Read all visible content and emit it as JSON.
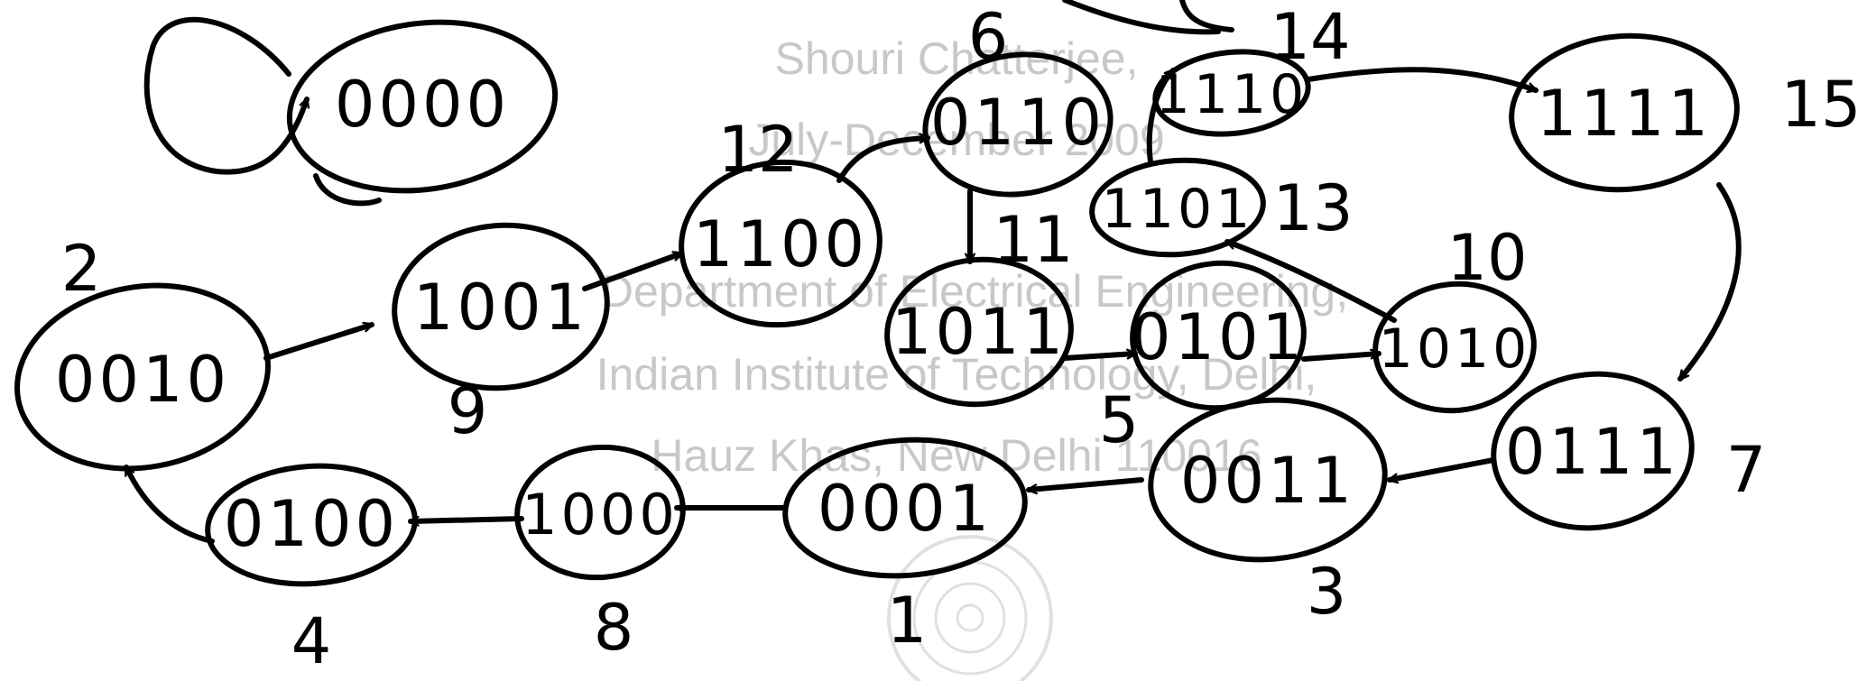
{
  "watermark": {
    "lines": [
      "Shouri Chatterjee,",
      "July-December 2009",
      "Department of Electrical Engineering,",
      "Indian Institute of Technology, Delhi,",
      "Hauz Khas, New Delhi 110016"
    ]
  },
  "states": [
    {
      "id": "s0",
      "code": "0000",
      "number": ""
    },
    {
      "id": "s2",
      "code": "0010",
      "number": "2"
    },
    {
      "id": "s9",
      "code": "1001",
      "number": "9"
    },
    {
      "id": "s12",
      "code": "1100",
      "number": "12"
    },
    {
      "id": "s6",
      "code": "0110",
      "number": "6"
    },
    {
      "id": "s11",
      "code": "1011",
      "number": "11"
    },
    {
      "id": "s14",
      "code": "1110",
      "number": "14"
    },
    {
      "id": "s13",
      "code": "1101",
      "number": "13"
    },
    {
      "id": "s5",
      "code": "0101",
      "number": "5"
    },
    {
      "id": "s10",
      "code": "1010",
      "number": "10"
    },
    {
      "id": "s15",
      "code": "1111",
      "number": "15"
    },
    {
      "id": "s7",
      "code": "0111",
      "number": "7"
    },
    {
      "id": "s3",
      "code": "0011",
      "number": "3"
    },
    {
      "id": "s1",
      "code": "0001",
      "number": "1"
    },
    {
      "id": "s8",
      "code": "1000",
      "number": "8"
    },
    {
      "id": "s4",
      "code": "0100",
      "number": "4"
    }
  ]
}
